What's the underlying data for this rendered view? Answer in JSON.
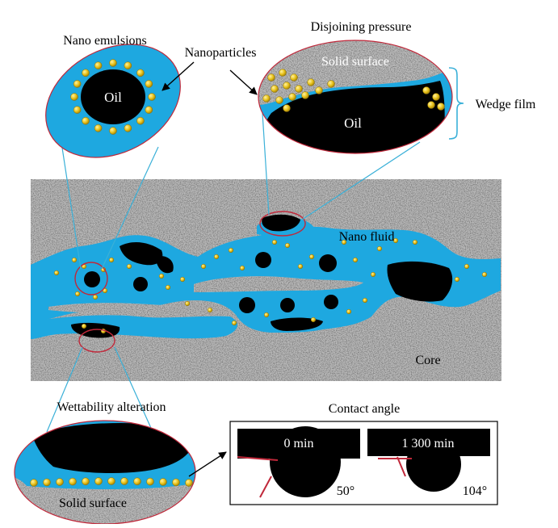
{
  "labels": {
    "nano_emulsions": "Nano emulsions",
    "nanoparticles": "Nanoparticles",
    "disjoining_pressure": "Disjoining pressure",
    "solid_surface_top": "Solid surface",
    "oil_left": "Oil",
    "oil_right": "Oil",
    "wedge_film": "Wedge film",
    "nano_fluid": "Nano fluid",
    "core": "Core",
    "wettability_alteration": "Wettability alteration",
    "solid_surface_bottom": "Solid surface",
    "contact_angle": "Contact angle"
  },
  "contact_angle_panel": {
    "frames": [
      {
        "time": "0 min",
        "angle": "50°"
      },
      {
        "time": "1 300 min",
        "angle": "104°"
      }
    ]
  },
  "colors": {
    "fluid": "#1ea8e0",
    "oil": "#000000",
    "nanoparticle": "#e8c21a",
    "outline": "#c0283a",
    "connector": "#3ab0d8",
    "rock": "#b4b4b4",
    "arrow": "#000000"
  }
}
